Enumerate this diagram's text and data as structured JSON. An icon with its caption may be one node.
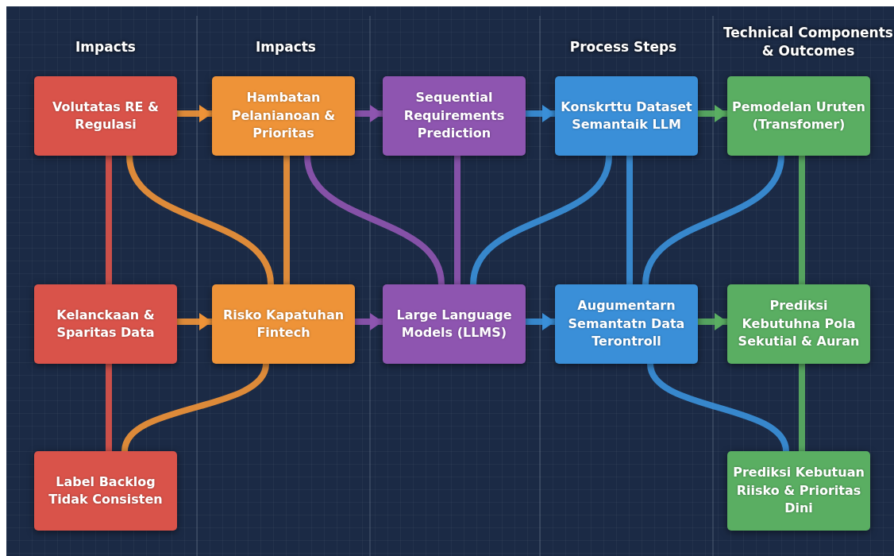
{
  "diagram": {
    "nodes": [
      {
        "text": [
          "Volutatas RE & Regulasi"
        ]
      },
      {
        "text": [
          "Hambatan Pelanianoan & Prioritas"
        ]
      },
      {
        "text": [
          "Sequential Requirements Prediction"
        ]
      },
      {
        "text": [
          "Konskrttu Dataset Semantaik LLM"
        ]
      },
      {
        "text": [
          "Pemodelan Uruten (Transfomer)"
        ]
      },
      {
        "text": [
          "Kelanckaan & Sparitas Data"
        ]
      },
      {
        "text": [
          "Risko Kapatuhan Fintech"
        ]
      },
      {
        "text": [
          "Large Language Models (LLMS)"
        ]
      },
      {
        "text": [
          "Augumentarn Semantatn Data Terontroll"
        ]
      },
      {
        "text": [
          "Prediksi Kebutuhna Pola Sekutial & Auran"
        ]
      },
      {
        "text": [
          "Label Backlog Tidak Consisten"
        ]
      },
      {
        "text": [
          "Prediksi Kebutuan Riisko & Prioritas Dini"
        ]
      }
    ],
    "edges": [
      {
        "from": 0,
        "to": 1,
        "arrow": "to",
        "color": "#ee9338"
      },
      {
        "from": 1,
        "to": 2,
        "arrow": "to",
        "color": "#8e55b0"
      },
      {
        "from": 2,
        "to": 3,
        "arrow": "to",
        "color": "#3a8fd8"
      },
      {
        "from": 3,
        "to": 4,
        "arrow": "to",
        "color": "#5aae62"
      },
      {
        "from": 5,
        "to": 6,
        "arrow": "to",
        "color": "#ee9338"
      },
      {
        "from": 6,
        "to": 7,
        "arrow": "to",
        "color": "#8e55b0"
      },
      {
        "from": 7,
        "to": 8,
        "arrow": "to",
        "color": "#3a8fd8"
      },
      {
        "from": 8,
        "to": 9,
        "arrow": "to",
        "color": "#5aae62"
      },
      {
        "from": 0,
        "to": 5,
        "arrow": "none",
        "color": "#d9534a"
      },
      {
        "from": 5,
        "to": 10,
        "arrow": "none",
        "color": "#d9534a"
      },
      {
        "from": 0,
        "to": 6,
        "arrow": "none",
        "color": "#ee9338"
      },
      {
        "from": 1,
        "to": 6,
        "arrow": "none",
        "color": "#ee9338"
      },
      {
        "from": 6,
        "to": 10,
        "arrow": "none",
        "color": "#ee9338"
      },
      {
        "from": 1,
        "to": 7,
        "arrow": "none",
        "color": "#8e55b0"
      },
      {
        "from": 2,
        "to": 7,
        "arrow": "none",
        "color": "#8e55b0"
      },
      {
        "from": 3,
        "to": 7,
        "arrow": "none",
        "color": "#3a8fd8"
      },
      {
        "from": 3,
        "to": 8,
        "arrow": "none",
        "color": "#3a8fd8"
      },
      {
        "from": 4,
        "to": 8,
        "arrow": "none",
        "color": "#3a8fd8"
      },
      {
        "from": 8,
        "to": 11,
        "arrow": "none",
        "color": "#3a8fd8"
      },
      {
        "from": 4,
        "to": 9,
        "arrow": "none",
        "color": "#5aae62"
      },
      {
        "from": 9,
        "to": 11,
        "arrow": "none",
        "color": "#5aae62"
      }
    ],
    "labels": [
      "Impacts",
      "Impacts",
      "Process Steps",
      "Technical Components & Outcomes"
    ]
  }
}
